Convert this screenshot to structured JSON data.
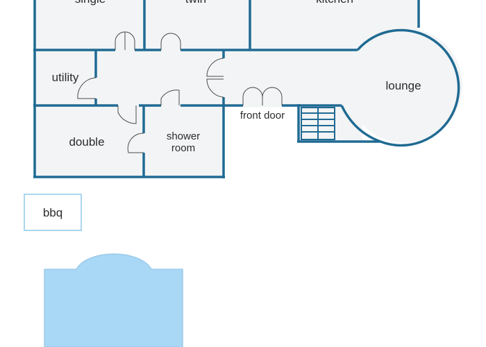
{
  "rooms": {
    "single": "single",
    "twin": "twin",
    "kitchen": "kitchen",
    "utility": "utility",
    "lounge": "lounge",
    "front_door": "front door",
    "double": "double",
    "shower_room_line1": "shower",
    "shower_room_line2": "room",
    "bbq": "bbq"
  },
  "colors": {
    "wall": "#1f6a93",
    "floor": "#f2f4f5",
    "pool": "#a8d8f5",
    "bbq_outline": "#a9d6ef"
  }
}
